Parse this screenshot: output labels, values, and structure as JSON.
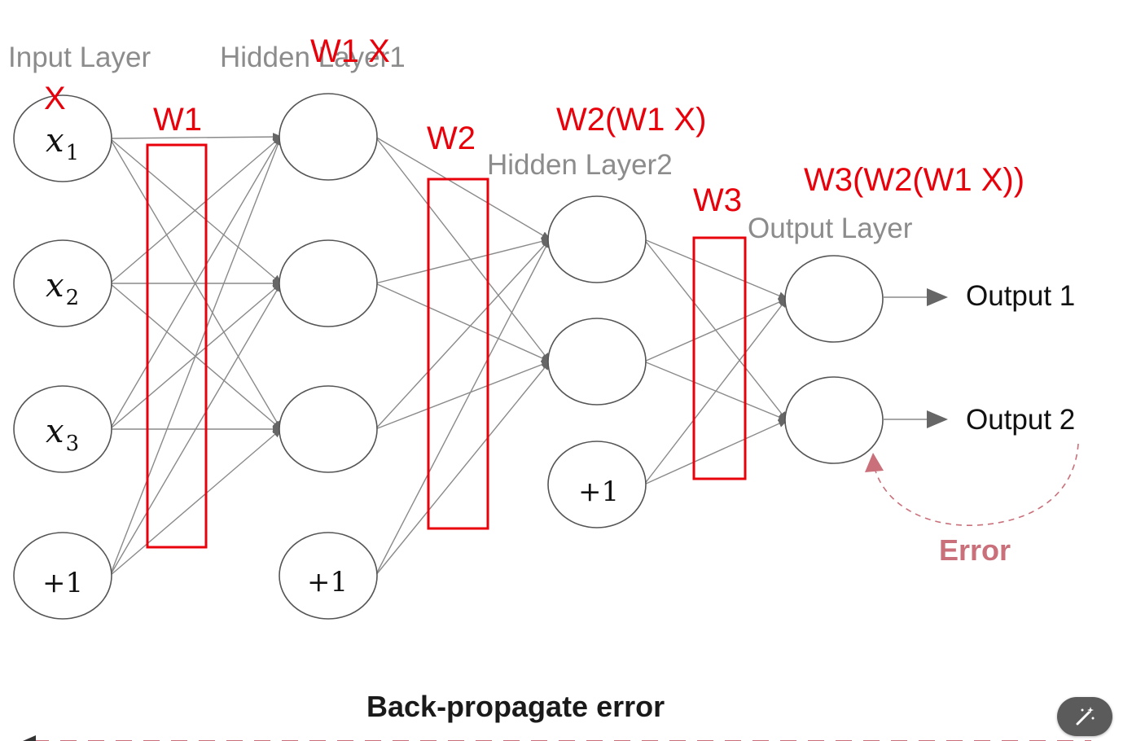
{
  "layers": {
    "input": "Input Layer",
    "hidden1": "Hidden Layer1",
    "hidden2": "Hidden Layer2",
    "output": "Output Layer"
  },
  "nodes": {
    "x1": {
      "base": "x",
      "sub": "1"
    },
    "x2": {
      "base": "x",
      "sub": "2"
    },
    "x3": {
      "base": "x",
      "sub": "3"
    },
    "bias": "+1"
  },
  "outputs": [
    "Output 1",
    "Output 2"
  ],
  "annotations": {
    "x": "X",
    "w1": "W1",
    "w1x": "W1 X",
    "w2": "W2",
    "w2w1x": "W2(W1 X)",
    "w3": "W3",
    "w3w2w1x": "W3(W2(W1 X))"
  },
  "error_label": "Error",
  "backprop_label": "Back-propagate error",
  "colors": {
    "annotation": "#e8000b",
    "error": "#c9707a",
    "edge": "#8a8a8a"
  },
  "icons": {
    "magic_button": "magic-wand-icon"
  }
}
